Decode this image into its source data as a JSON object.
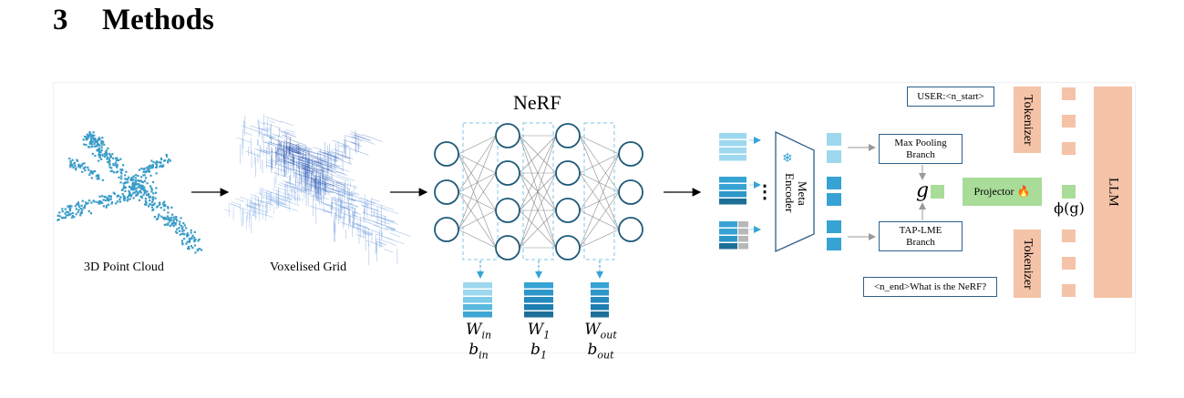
{
  "section": {
    "number": "3",
    "title": "Methods"
  },
  "diagram": {
    "nerf_title": "NeRF",
    "point_cloud_label": "3D Point Cloud",
    "voxel_label": "Voxelised Grid",
    "weights": [
      {
        "w": "W",
        "w_sub": "in",
        "b": "b",
        "b_sub": "in"
      },
      {
        "w": "W",
        "w_sub": "1",
        "b": "b",
        "b_sub": "1"
      },
      {
        "w": "W",
        "w_sub": "out",
        "b": "b",
        "b_sub": "out"
      }
    ],
    "ellipsis": "⋮",
    "encoder_label": "Meta\nEncoder",
    "max_pool_label": "Max Pooling\nBranch",
    "tap_lme_label": "TAP-LME\nBranch",
    "g_label": "g",
    "projector_label": "Projector",
    "phi_label": "ϕ(g)",
    "user_prompt": "USER:<n_start>",
    "end_prompt": "<n_end>What is the NeRF?",
    "tokenizer_top": "Tokenizer",
    "tokenizer_bottom": "Tokenizer",
    "llm_label": "LLM",
    "snowflake_icon": "❄",
    "fire_icon": "🔥",
    "colors": {
      "node_stroke": "#1f5a7a",
      "light_blue": "#9dd8ef",
      "mid_blue": "#36a3d4",
      "dark_blue": "#1d6f96",
      "peach": "#f5c3a8",
      "green": "#a9dc99",
      "point_blue": "#3a9cc8"
    }
  }
}
